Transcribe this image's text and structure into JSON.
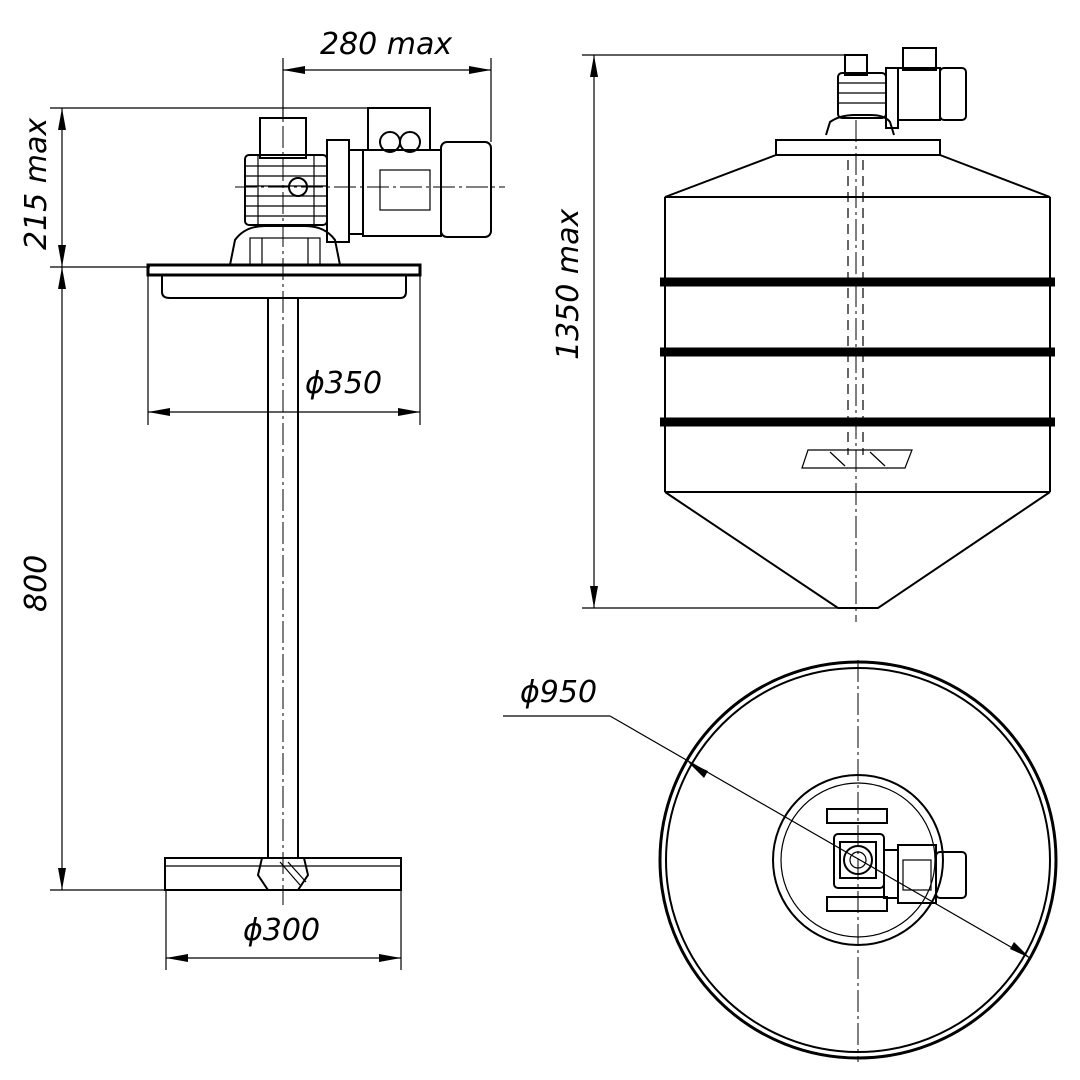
{
  "dimensions": {
    "motor_width": "280 max",
    "motor_height": "215 max",
    "flange_diameter": "ϕ350",
    "shaft_length": "800",
    "impeller_diameter": "ϕ300",
    "tank_height": "1350 max",
    "tank_diameter": "ϕ950"
  }
}
